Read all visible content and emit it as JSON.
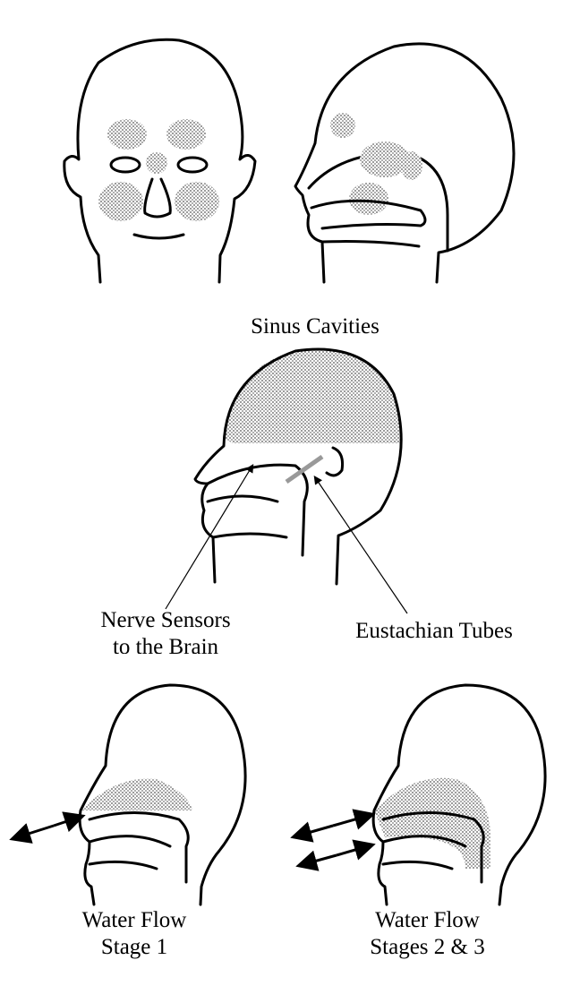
{
  "figure1": {
    "caption": "Sinus Cavities"
  },
  "figure2": {
    "label_nerve_line1": "Nerve Sensors",
    "label_nerve_line2": "to the Brain",
    "label_eustachian": "Eustachian Tubes"
  },
  "figure3": {
    "left_line1": "Water Flow",
    "left_line2": "Stage 1",
    "right_line1": "Water Flow",
    "right_line2": "Stages 2 & 3"
  },
  "colors": {
    "ink": "#000000",
    "stipple": "#8a8a8a",
    "background": "#ffffff"
  }
}
